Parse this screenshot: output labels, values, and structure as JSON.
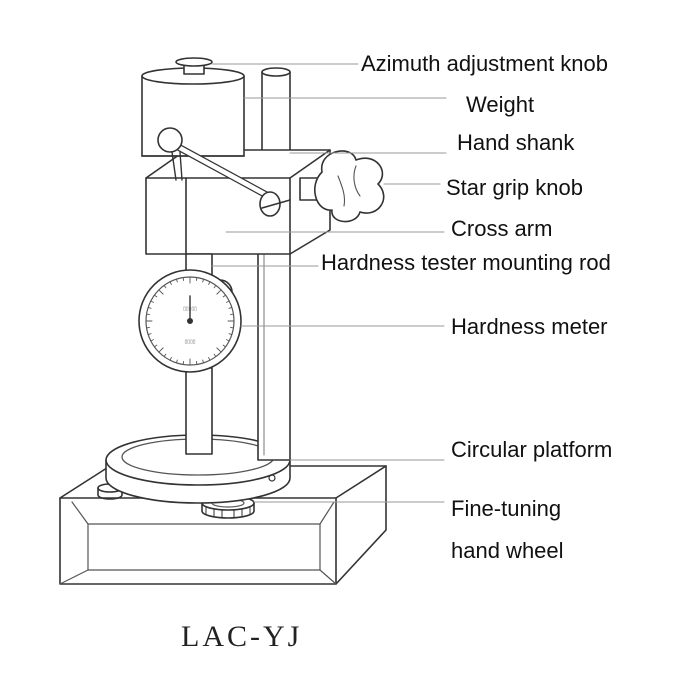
{
  "labels": {
    "azimuth_knob": "Azimuth adjustment knob",
    "weight": "Weight",
    "hand_shank": "Hand shank",
    "star_grip_knob": "Star grip knob",
    "cross_arm": "Cross arm",
    "mounting_rod": "Hardness tester mounting rod",
    "hardness_meter": "Hardness meter",
    "circular_platform": "Circular platform",
    "fine_tuning_line1": "Fine-tuning",
    "fine_tuning_line2": "hand wheel"
  },
  "model_caption": "LAC-YJ",
  "colors": {
    "line": "#333333",
    "leader": "#9a9a9a",
    "text": "#111111"
  }
}
